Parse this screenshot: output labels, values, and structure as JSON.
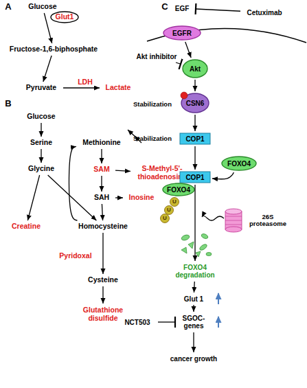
{
  "diagram": {
    "nodes": [
      {
        "text": [
          "Glucose"
        ]
      },
      {
        "text": [
          "Glut1"
        ]
      },
      {
        "text": [
          "Fructose-1,6-biphosphate"
        ]
      },
      {
        "text": [
          "Pyruvate"
        ]
      },
      {
        "text": [
          "Lactate"
        ]
      },
      {
        "text": [
          "Glucose"
        ]
      },
      {
        "text": [
          "Serine"
        ]
      },
      {
        "text": [
          "Glycine"
        ]
      },
      {
        "text": [
          "Methionine"
        ]
      },
      {
        "text": [
          "SAM"
        ]
      },
      {
        "text": [
          "S-Methyl-5'- thioadenosine"
        ]
      },
      {
        "text": [
          "SAH"
        ]
      },
      {
        "text": [
          "Inosine"
        ]
      },
      {
        "text": [
          "Creatine"
        ]
      },
      {
        "text": [
          "Homocysteine"
        ]
      },
      {
        "text": [
          "Cysteine"
        ]
      },
      {
        "text": [
          "Glutathione disulfide"
        ]
      },
      {
        "text": [
          "EGF"
        ]
      },
      {
        "text": [
          "Cetuximab"
        ]
      },
      {
        "text": [
          "EGFR"
        ]
      },
      {
        "text": [
          "Akt inhibitor"
        ]
      },
      {
        "text": [
          "Akt"
        ]
      },
      {
        "text": [
          "CSN6"
        ]
      },
      {
        "text": [
          "COP1"
        ]
      },
      {
        "text": [
          "FOXO4"
        ]
      },
      {
        "text": [
          "COP1"
        ]
      },
      {
        "text": [
          "FOXO4"
        ]
      },
      {
        "text": [
          "26S proteasome"
        ]
      },
      {
        "text": [
          "FOXO4 degradation"
        ]
      },
      {
        "text": [
          "Glut 1"
        ]
      },
      {
        "text": [
          "SGOC- genes"
        ]
      },
      {
        "text": [
          "NCT503"
        ]
      },
      {
        "text": [
          "cancer growth"
        ]
      }
    ],
    "edges": [
      {
        "from": 0,
        "to": 2,
        "arrow": "to"
      },
      {
        "from": 2,
        "to": 3,
        "arrow": "to"
      },
      {
        "from": 3,
        "to": 4,
        "arrow": "to",
        "label": "LDH"
      },
      {
        "from": 5,
        "to": 6,
        "arrow": "to"
      },
      {
        "from": 6,
        "to": 7,
        "arrow": "to"
      },
      {
        "from": 7,
        "to": 13,
        "arrow": "to"
      },
      {
        "from": 7,
        "to": 14,
        "arrow": "to"
      },
      {
        "from": 8,
        "to": 9,
        "arrow": "to"
      },
      {
        "from": 9,
        "to": 10,
        "arrow": "to"
      },
      {
        "from": 9,
        "to": 11,
        "arrow": "to"
      },
      {
        "from": 11,
        "to": 12,
        "arrow": "to"
      },
      {
        "from": 11,
        "to": 14,
        "arrow": "to"
      },
      {
        "from": 14,
        "to": 8,
        "arrow": "to"
      },
      {
        "from": 14,
        "to": 15,
        "arrow": "to",
        "label": "Pyridoxal"
      },
      {
        "from": 15,
        "to": 16,
        "arrow": "to"
      },
      {
        "from": 18,
        "to": 17,
        "arrow": "to"
      },
      {
        "from": 19,
        "to": 21,
        "arrow": "to"
      },
      {
        "from": 20,
        "to": 21,
        "arrow": "to"
      },
      {
        "from": 21,
        "to": 22,
        "arrow": "to"
      },
      {
        "from": 22,
        "to": 23,
        "arrow": "to"
      },
      {
        "from": 23,
        "to": 25,
        "arrow": "to"
      },
      {
        "from": 24,
        "to": 25,
        "arrow": "to"
      },
      {
        "from": 25,
        "to": 28,
        "arrow": "to"
      },
      {
        "from": 28,
        "to": 29,
        "arrow": "to"
      },
      {
        "from": 29,
        "to": 30,
        "arrow": "to"
      },
      {
        "from": 30,
        "to": 32,
        "arrow": "to"
      },
      {
        "from": 31,
        "to": 30,
        "arrow": "to"
      }
    ],
    "labels": [
      "A",
      "B",
      "C",
      "Stabilization",
      "Stabilization",
      "U",
      "U",
      "U"
    ]
  }
}
